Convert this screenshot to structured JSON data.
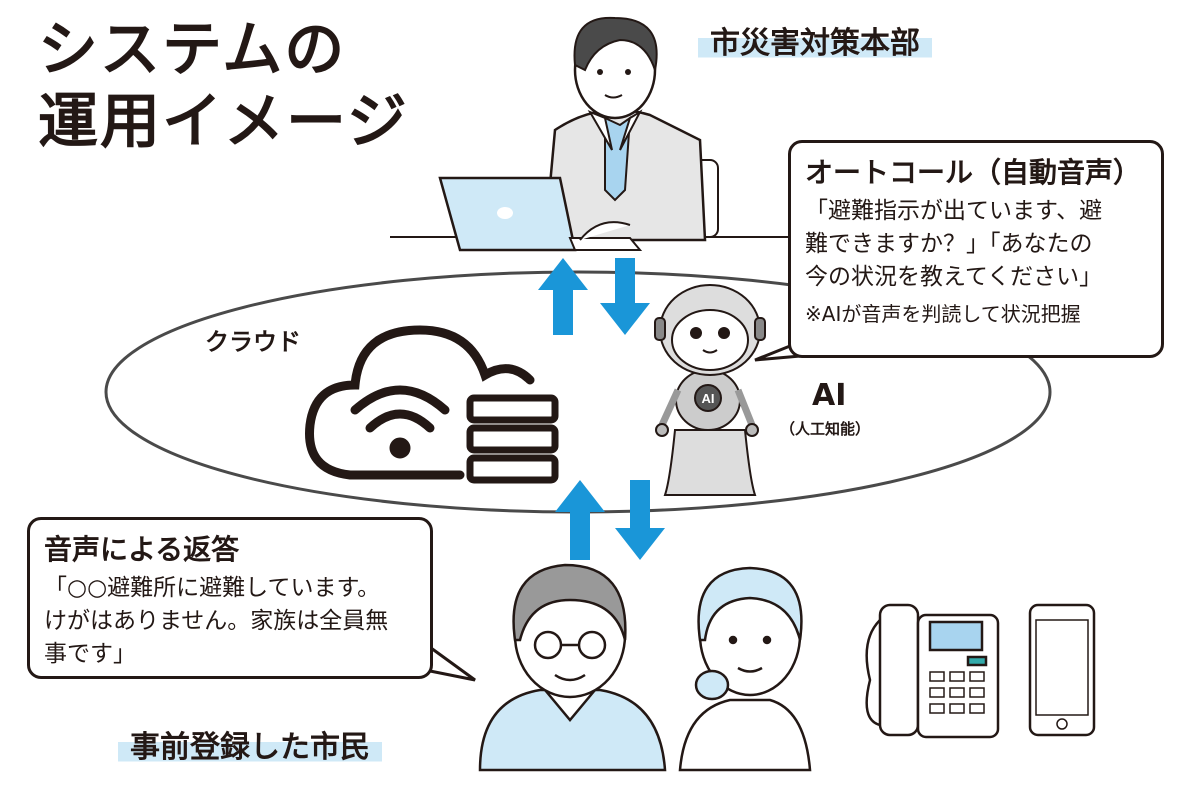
{
  "title": {
    "line1": "システムの",
    "line2": "運用イメージ"
  },
  "hq_label": "市災害対策本部",
  "cloud_label": "クラウド",
  "ai": {
    "label": "AI",
    "sub": "（人工知能）"
  },
  "autocall_bubble": {
    "heading": "オートコール（自動音声）",
    "line1": "「避難指示が出ています、避",
    "line2": "難できますか？」「あなたの",
    "line3": "今の状況を教えてください」",
    "note": "※AIが音声を判読して状況把握"
  },
  "reply_bubble": {
    "heading": "音声による返答",
    "line1": "「○○避難所に避難しています。",
    "line2": "けがはありません。家族は全員無",
    "line3": "事です」"
  },
  "citizens_label": "事前登録した市民",
  "colors": {
    "arrow": "#1a96d8",
    "highlight": "#cfe9f7",
    "ink": "#231815"
  }
}
